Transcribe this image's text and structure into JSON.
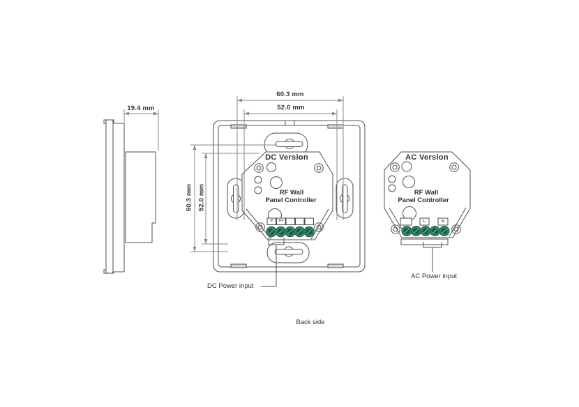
{
  "footer": {
    "caption": "Back side"
  },
  "side_view": {
    "depth_dim": "19.4 mm"
  },
  "dc_panel": {
    "version_label": "DC Version",
    "device_name_line1": "RF Wall",
    "device_name_line2": "Panel Controller",
    "terminal_labels": [
      "V",
      "V+",
      "",
      "",
      ""
    ],
    "power_input_label": "DC Power input",
    "dim_width_outer": "60.3 mm",
    "dim_width_inner": "52.0 mm",
    "dim_height_outer": "60.3 mm",
    "dim_height_inner": "52.0 mm"
  },
  "ac_panel": {
    "version_label": "AC Version",
    "device_name_line1": "RF Wall",
    "device_name_line2": "Panel Controller",
    "terminal_labels": [
      "",
      "",
      "L",
      "",
      "N"
    ],
    "power_input_label": "AC Power input"
  },
  "colors": {
    "outline": "#4f4f4f",
    "dimension": "#8a8a8a",
    "terminal_ring": "#2f8a66",
    "terminal_core": "#155741"
  }
}
